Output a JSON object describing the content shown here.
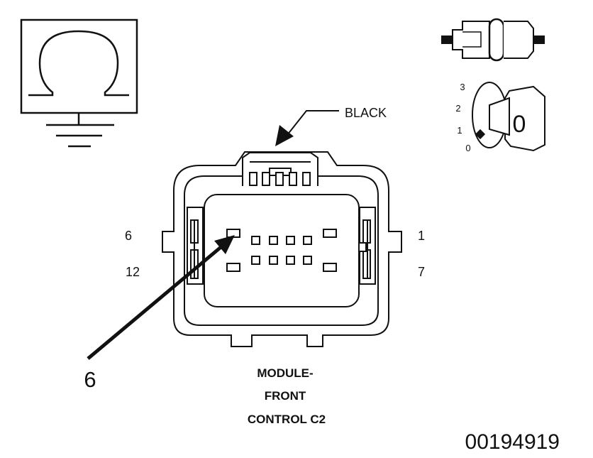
{
  "ground_symbol": {
    "icon": "ground-omega-icon"
  },
  "ignition_switch": {
    "icon": "ignition-key-icon",
    "positions": [
      "3",
      "2",
      "1",
      "0"
    ],
    "key_label": "0"
  },
  "connector": {
    "color_label": "BLACK",
    "pin_labels": {
      "top_left": "6",
      "bottom_left": "12",
      "top_right": "1",
      "bottom_right": "7"
    },
    "callout_pin": "6",
    "name_lines": [
      "MODULE-",
      "FRONT",
      "CONTROL C2"
    ]
  },
  "figure_id": "00194919"
}
